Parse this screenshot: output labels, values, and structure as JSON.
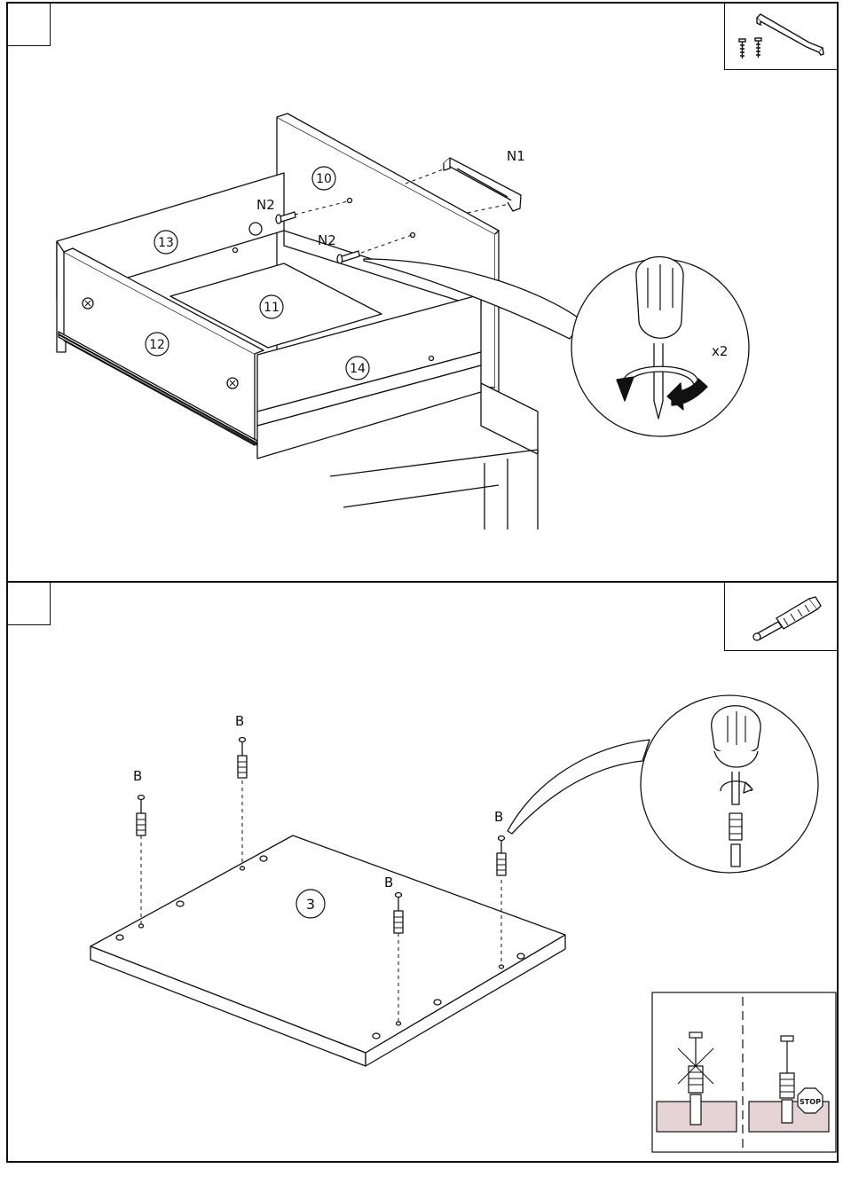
{
  "step1": {
    "step_number": "",
    "labels": {
      "n1": "N1",
      "n2_left": "N2",
      "n2_right": "N2",
      "multiplier": "x2"
    },
    "part_numbers": [
      "10",
      "11",
      "12",
      "13",
      "14"
    ]
  },
  "step2": {
    "step_number": "",
    "labels": {
      "b1": "B",
      "b2": "B",
      "b3": "B",
      "b4": "B"
    },
    "part_number": "3",
    "stop_sign": "STOP"
  },
  "colors": {
    "line": "#111111",
    "board_fill": "#e6d3d6"
  },
  "icons": [
    "handle-icon",
    "screw-icon",
    "screwdriver-icon",
    "rotation-arrow-icon",
    "cam-bolt-icon",
    "stop-sign-icon"
  ]
}
